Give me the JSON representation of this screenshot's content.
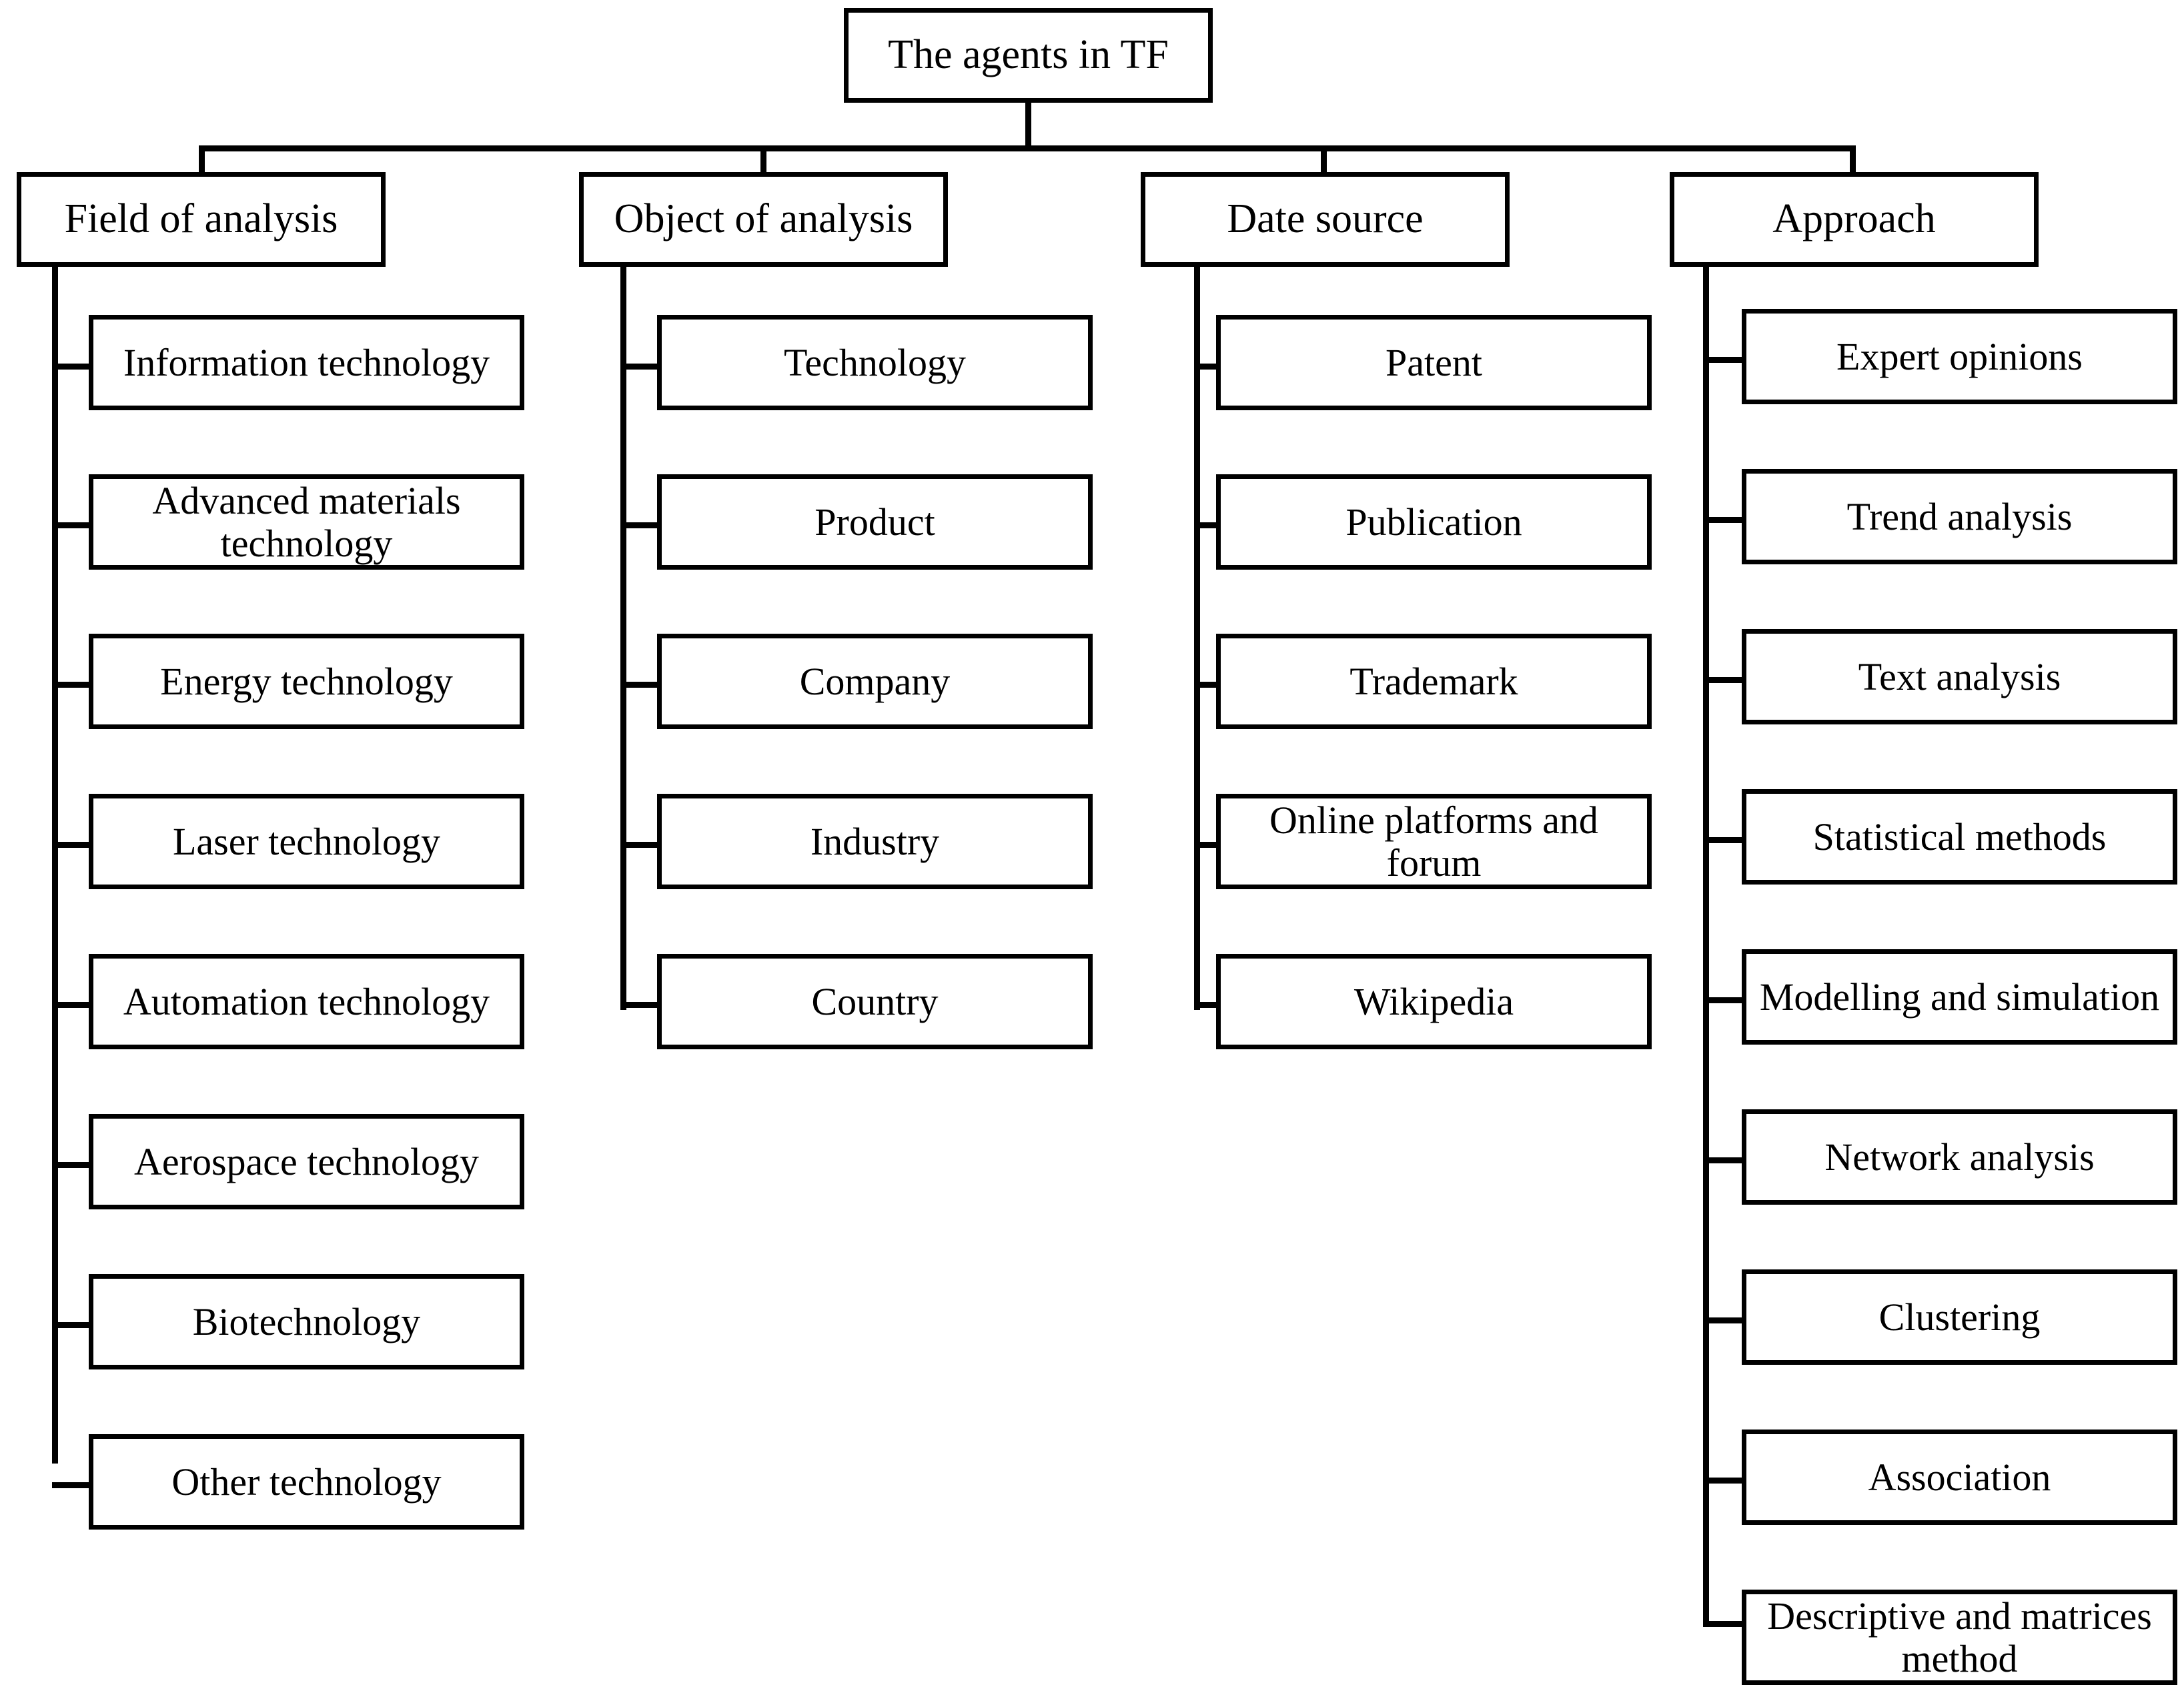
{
  "diagram": {
    "title": "The agents in TF",
    "root": {
      "label": "The agents in TF"
    },
    "branches": [
      {
        "id": "field-of-analysis",
        "label": "Field of analysis",
        "children": [
          {
            "label": "Information technology"
          },
          {
            "label": "Advanced materials technology"
          },
          {
            "label": "Energy technology"
          },
          {
            "label": "Laser technology"
          },
          {
            "label": "Automation technology"
          },
          {
            "label": "Aerospace technology"
          },
          {
            "label": "Biotechnology"
          },
          {
            "label": "Other technology"
          }
        ]
      },
      {
        "id": "object-of-analysis",
        "label": "Object of analysis",
        "children": [
          {
            "label": "Technology"
          },
          {
            "label": "Product"
          },
          {
            "label": "Company"
          },
          {
            "label": "Industry"
          },
          {
            "label": "Country"
          }
        ]
      },
      {
        "id": "date-source",
        "label": "Date source",
        "children": [
          {
            "label": "Patent"
          },
          {
            "label": "Publication"
          },
          {
            "label": "Trademark"
          },
          {
            "label": "Online platforms and forum"
          },
          {
            "label": "Wikipedia"
          }
        ]
      },
      {
        "id": "approach",
        "label": "Approach",
        "children": [
          {
            "label": "Expert opinions"
          },
          {
            "label": "Trend analysis"
          },
          {
            "label": "Text analysis"
          },
          {
            "label": "Statistical methods"
          },
          {
            "label": "Modelling and simulation"
          },
          {
            "label": "Network analysis"
          },
          {
            "label": "Clustering"
          },
          {
            "label": "Association"
          },
          {
            "label": "Descriptive and matrices method"
          }
        ]
      }
    ],
    "colors": {
      "stroke": "#000000",
      "fill": "#ffffff",
      "text": "#000000"
    }
  }
}
